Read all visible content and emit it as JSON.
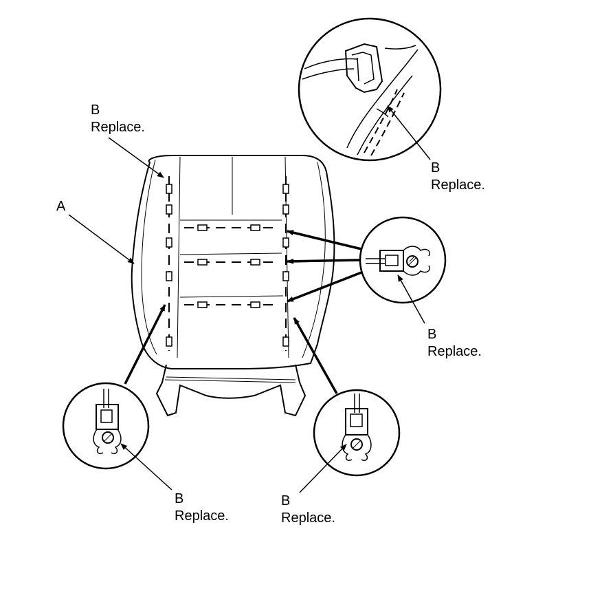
{
  "labels": {
    "a": "A",
    "b1_letter": "B",
    "b1_text": "Replace.",
    "b2_letter": "B",
    "b2_text": "Replace.",
    "b3_letter": "B",
    "b3_text": "Replace.",
    "b4_letter": "B",
    "b4_text": "Replace.",
    "b5_letter": "B",
    "b5_text": "Replace."
  }
}
